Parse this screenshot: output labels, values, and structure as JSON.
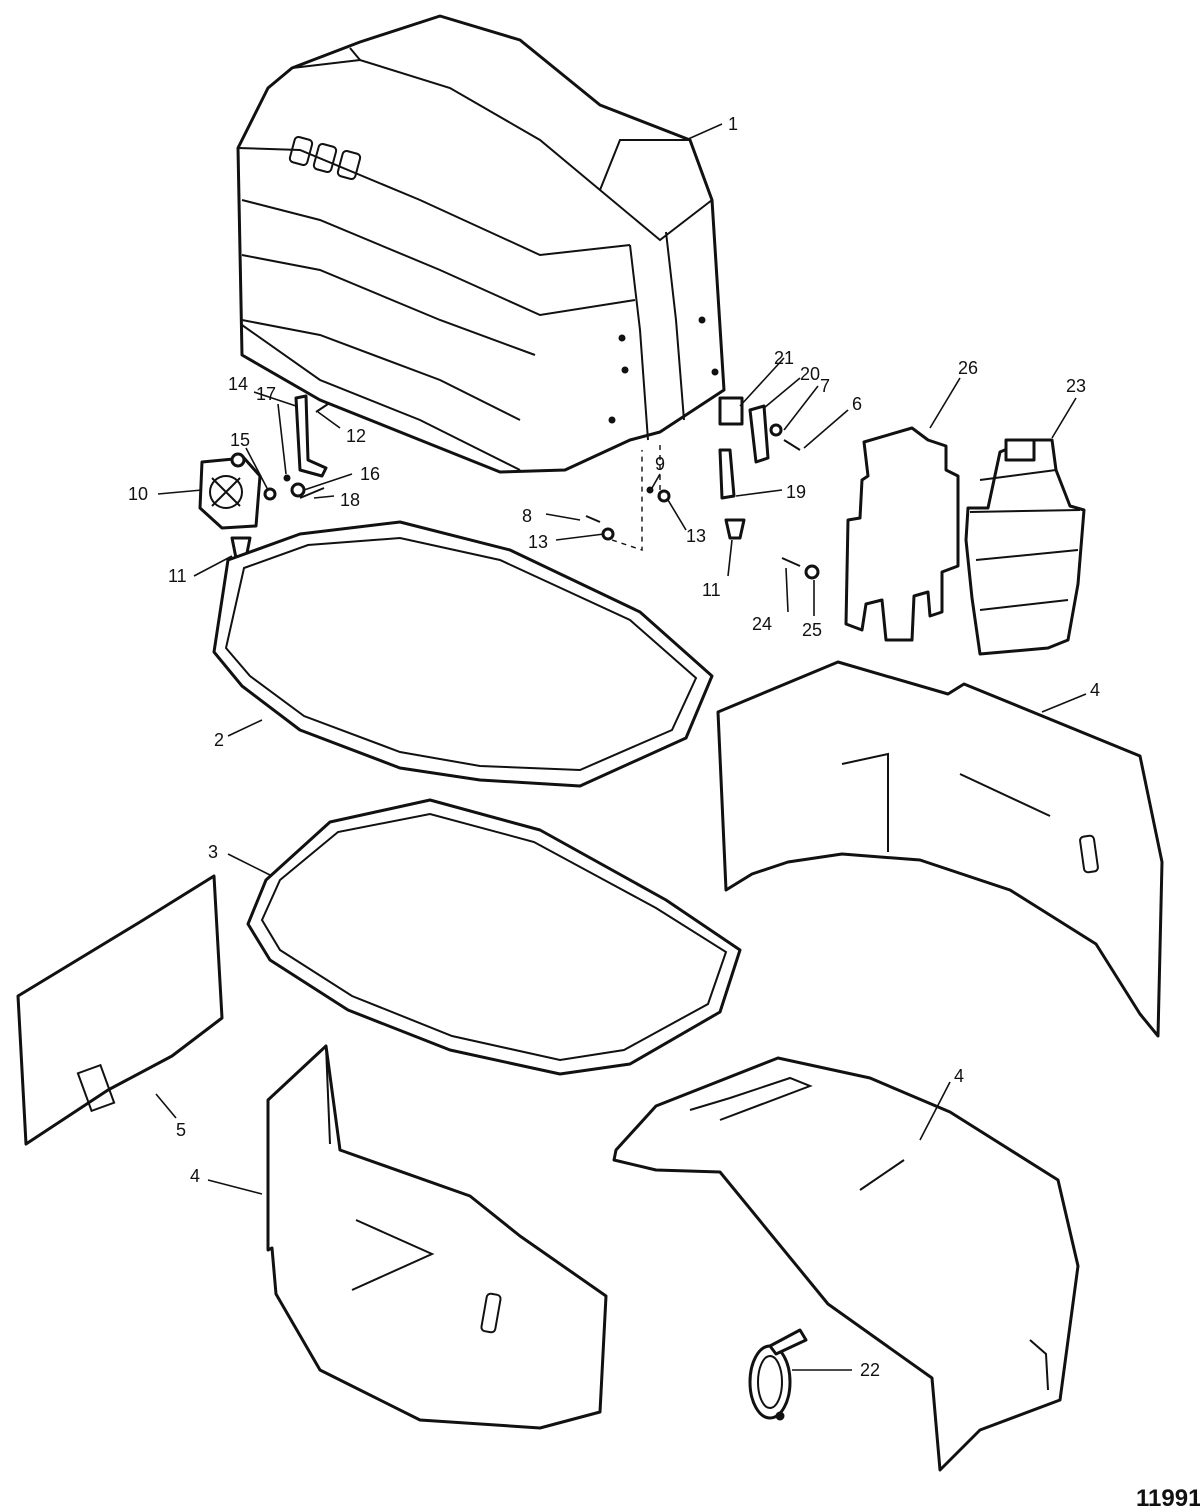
{
  "figure_number": "11991",
  "callouts": [
    "1",
    "2",
    "3",
    "4",
    "4",
    "4",
    "5",
    "6",
    "7",
    "8",
    "9",
    "10",
    "11",
    "11",
    "12",
    "13",
    "13",
    "14",
    "15",
    "16",
    "17",
    "18",
    "19",
    "20",
    "21",
    "22",
    "23",
    "24",
    "25",
    "26"
  ]
}
